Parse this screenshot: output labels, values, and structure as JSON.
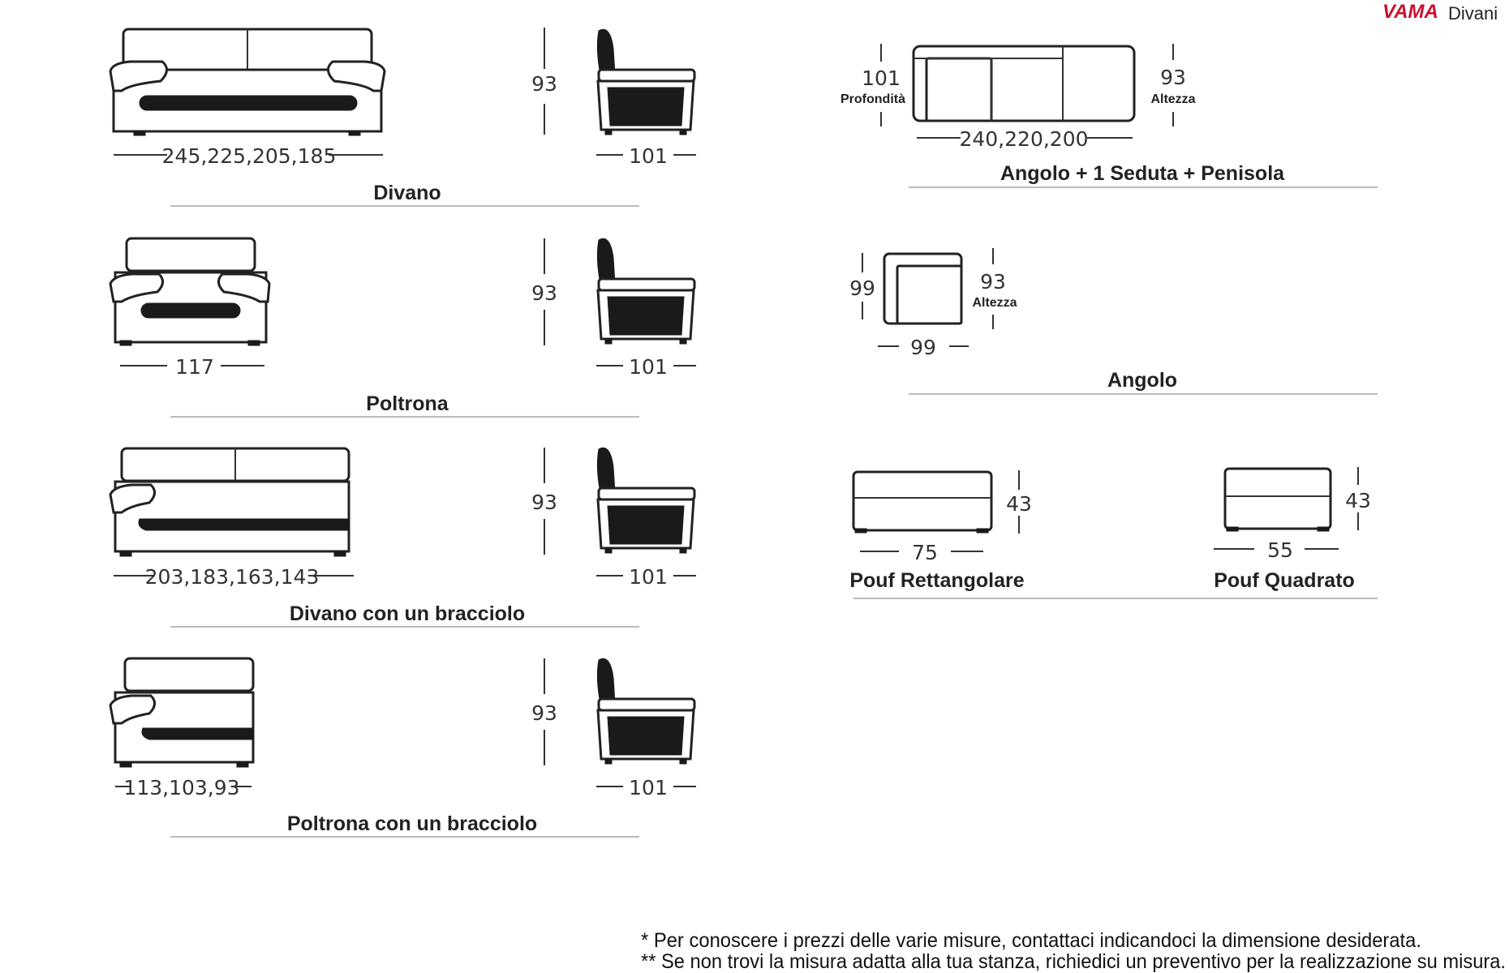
{
  "brand": {
    "vama": "VAMA",
    "divani": "Divani",
    "accent": "#c8102e"
  },
  "products": {
    "divano": {
      "title": "Divano",
      "width": "245,225,205,185",
      "height": "93",
      "depth": "101"
    },
    "poltrona": {
      "title": "Poltrona",
      "width": "117",
      "height": "93",
      "depth": "101"
    },
    "divano_bracciolo": {
      "title": "Divano con un bracciolo",
      "width": "203,183,163,143",
      "height": "93",
      "depth": "101"
    },
    "poltrona_bracciolo": {
      "title": "Poltrona con un bracciolo",
      "width": "113,103,93",
      "height": "93",
      "depth": "101"
    },
    "angolo_penisola": {
      "title": "Angolo + 1 Seduta + Penisola",
      "depth": "101",
      "depth_label": "Profondità",
      "height": "93",
      "height_label": "Altezza",
      "width": "240,220,200"
    },
    "angolo": {
      "title": "Angolo",
      "depth": "99",
      "height": "93",
      "height_label": "Altezza",
      "width": "99"
    },
    "pouf_rett": {
      "title": "Pouf Rettangolare",
      "height": "43",
      "width": "75"
    },
    "pouf_quad": {
      "title": "Pouf Quadrato",
      "height": "43",
      "width": "55"
    }
  },
  "notes": {
    "line1": "* Per conoscere i prezzi delle varie misure, contattaci indicandoci la dimensione desiderata.",
    "line2": "** Se non trovi la misura adatta alla tua stanza, richiedici un preventivo per la realizzazione su misura."
  }
}
